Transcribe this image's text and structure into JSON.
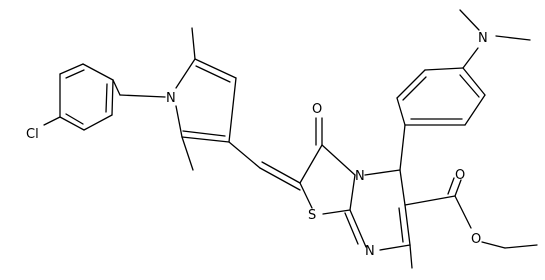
{
  "molecule": {
    "atom_labels": {
      "cl": "Cl",
      "n_pyrrole": "N",
      "s_thiazole": "S",
      "o_ketone": "O",
      "n_bridge": "N",
      "n_ring": "N",
      "o_carbonyl": "O",
      "o_ester": "O",
      "n_amine": "N"
    }
  }
}
